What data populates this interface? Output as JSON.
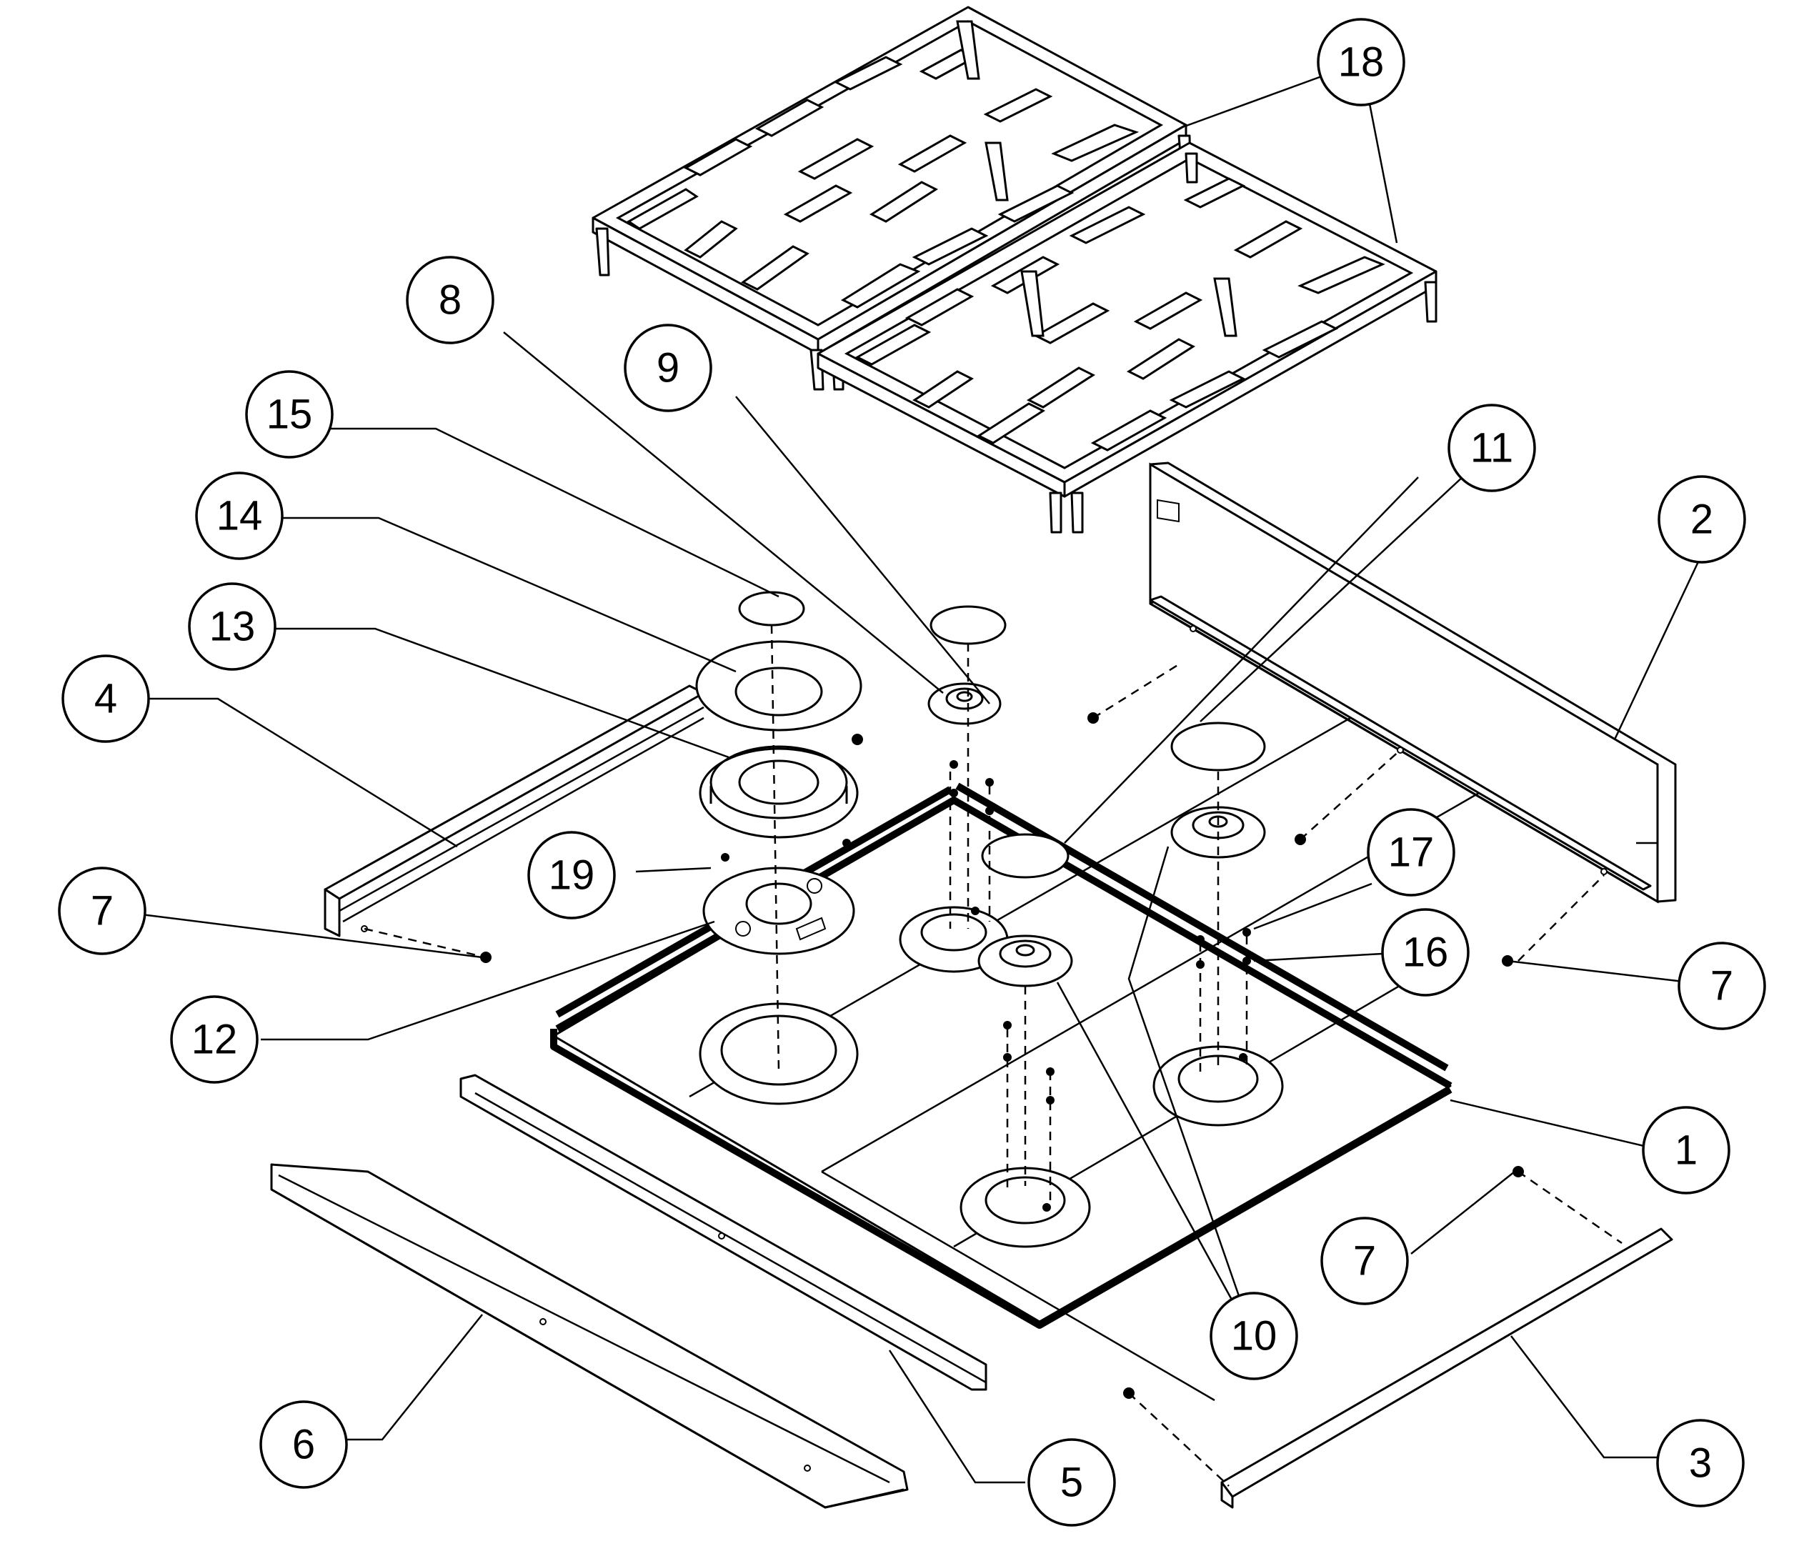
{
  "diagram": {
    "callouts": [
      {
        "id": "c18",
        "label": "18"
      },
      {
        "id": "c8",
        "label": "8"
      },
      {
        "id": "c9",
        "label": "9"
      },
      {
        "id": "c15",
        "label": "15"
      },
      {
        "id": "c14",
        "label": "14"
      },
      {
        "id": "c13",
        "label": "13"
      },
      {
        "id": "c4",
        "label": "4"
      },
      {
        "id": "c11",
        "label": "11"
      },
      {
        "id": "c2",
        "label": "2"
      },
      {
        "id": "c19",
        "label": "19"
      },
      {
        "id": "c17",
        "label": "17"
      },
      {
        "id": "c7a",
        "label": "7"
      },
      {
        "id": "c16",
        "label": "16"
      },
      {
        "id": "c7b",
        "label": "7"
      },
      {
        "id": "c12",
        "label": "12"
      },
      {
        "id": "c1",
        "label": "1"
      },
      {
        "id": "c7c",
        "label": "7"
      },
      {
        "id": "c10",
        "label": "10"
      },
      {
        "id": "c6",
        "label": "6"
      },
      {
        "id": "c5",
        "label": "5"
      },
      {
        "id": "c3",
        "label": "3"
      }
    ]
  }
}
